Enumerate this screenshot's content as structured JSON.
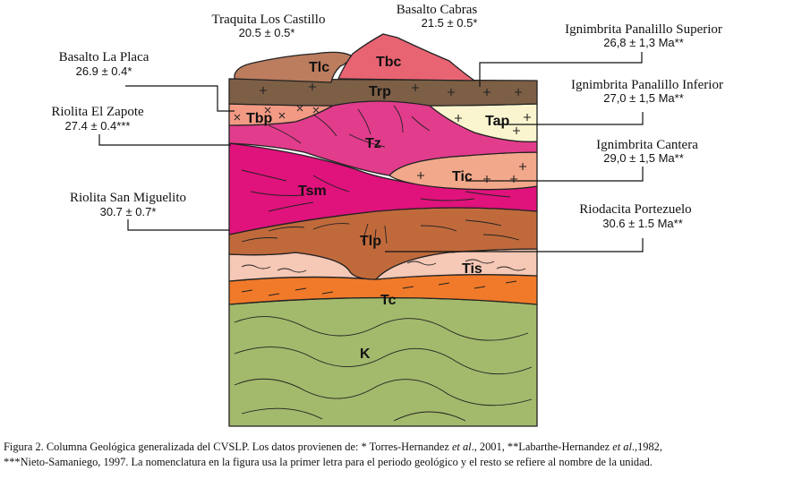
{
  "units": [
    {
      "code": "Tlc",
      "name": "Traquita Los Castillo",
      "age": "20.5 ± 0.5*"
    },
    {
      "code": "Tbc",
      "name": "Basalto Cabras",
      "age": "21.5 ± 0.5*"
    },
    {
      "code": "Trp",
      "name": "Ignimbrita Panalillo Superior",
      "age": "26,8 ± 1,3 Ma**"
    },
    {
      "code": "Tap",
      "name": "Ignimbrita Panalillo Inferior",
      "age": "27,0 ± 1,5 Ma**"
    },
    {
      "code": "Tbp",
      "name": "Basalto La Placa",
      "age": "26.9 ± 0.4*"
    },
    {
      "code": "Tz",
      "name": "Riolita El Zapote",
      "age": "27.4 ± 0.4***"
    },
    {
      "code": "Tic",
      "name": "Ignimbrita Cantera",
      "age": "29,0 ± 1,5 Ma**"
    },
    {
      "code": "Tsm",
      "name": "Riolita San Miguelito",
      "age": "30.7 ± 0.7*"
    },
    {
      "code": "Tlp",
      "name": "Riodacita Portezuelo",
      "age": "30.6 ± 1.5 Ma**"
    },
    {
      "code": "Tis",
      "name": "",
      "age": ""
    },
    {
      "code": "Tc",
      "name": "",
      "age": ""
    },
    {
      "code": "K",
      "name": "",
      "age": ""
    }
  ],
  "colors": {
    "K": "#a3b96c",
    "Tc": "#f07a2a",
    "Tis": "#f6c8b6",
    "Tlp": "#c06a3c",
    "Tsm": "#e0127c",
    "Tz": "#e23c8c",
    "Tic": "#f2a88a",
    "Tbp": "#f29a84",
    "Tap": "#fbf5cf",
    "Trp": "#7d5f46",
    "Tlc": "#bc7c5e",
    "Tbc": "#e86473"
  },
  "caption": {
    "part1": "Figura 2.  Columna Geológica generalizada del CVSLP. Los datos provienen de: * Torres-Hernandez ",
    "etal1": "et al",
    "part2": "., 2001, **Labarthe-Hernandez ",
    "etal2": "et al",
    "part3": ".,1982,",
    "line2": "***Nieto-Samaniego, 1997. La nomenclatura en la figura usa la primer letra para el periodo geológico y el resto se refiere al nombre de la unidad."
  }
}
